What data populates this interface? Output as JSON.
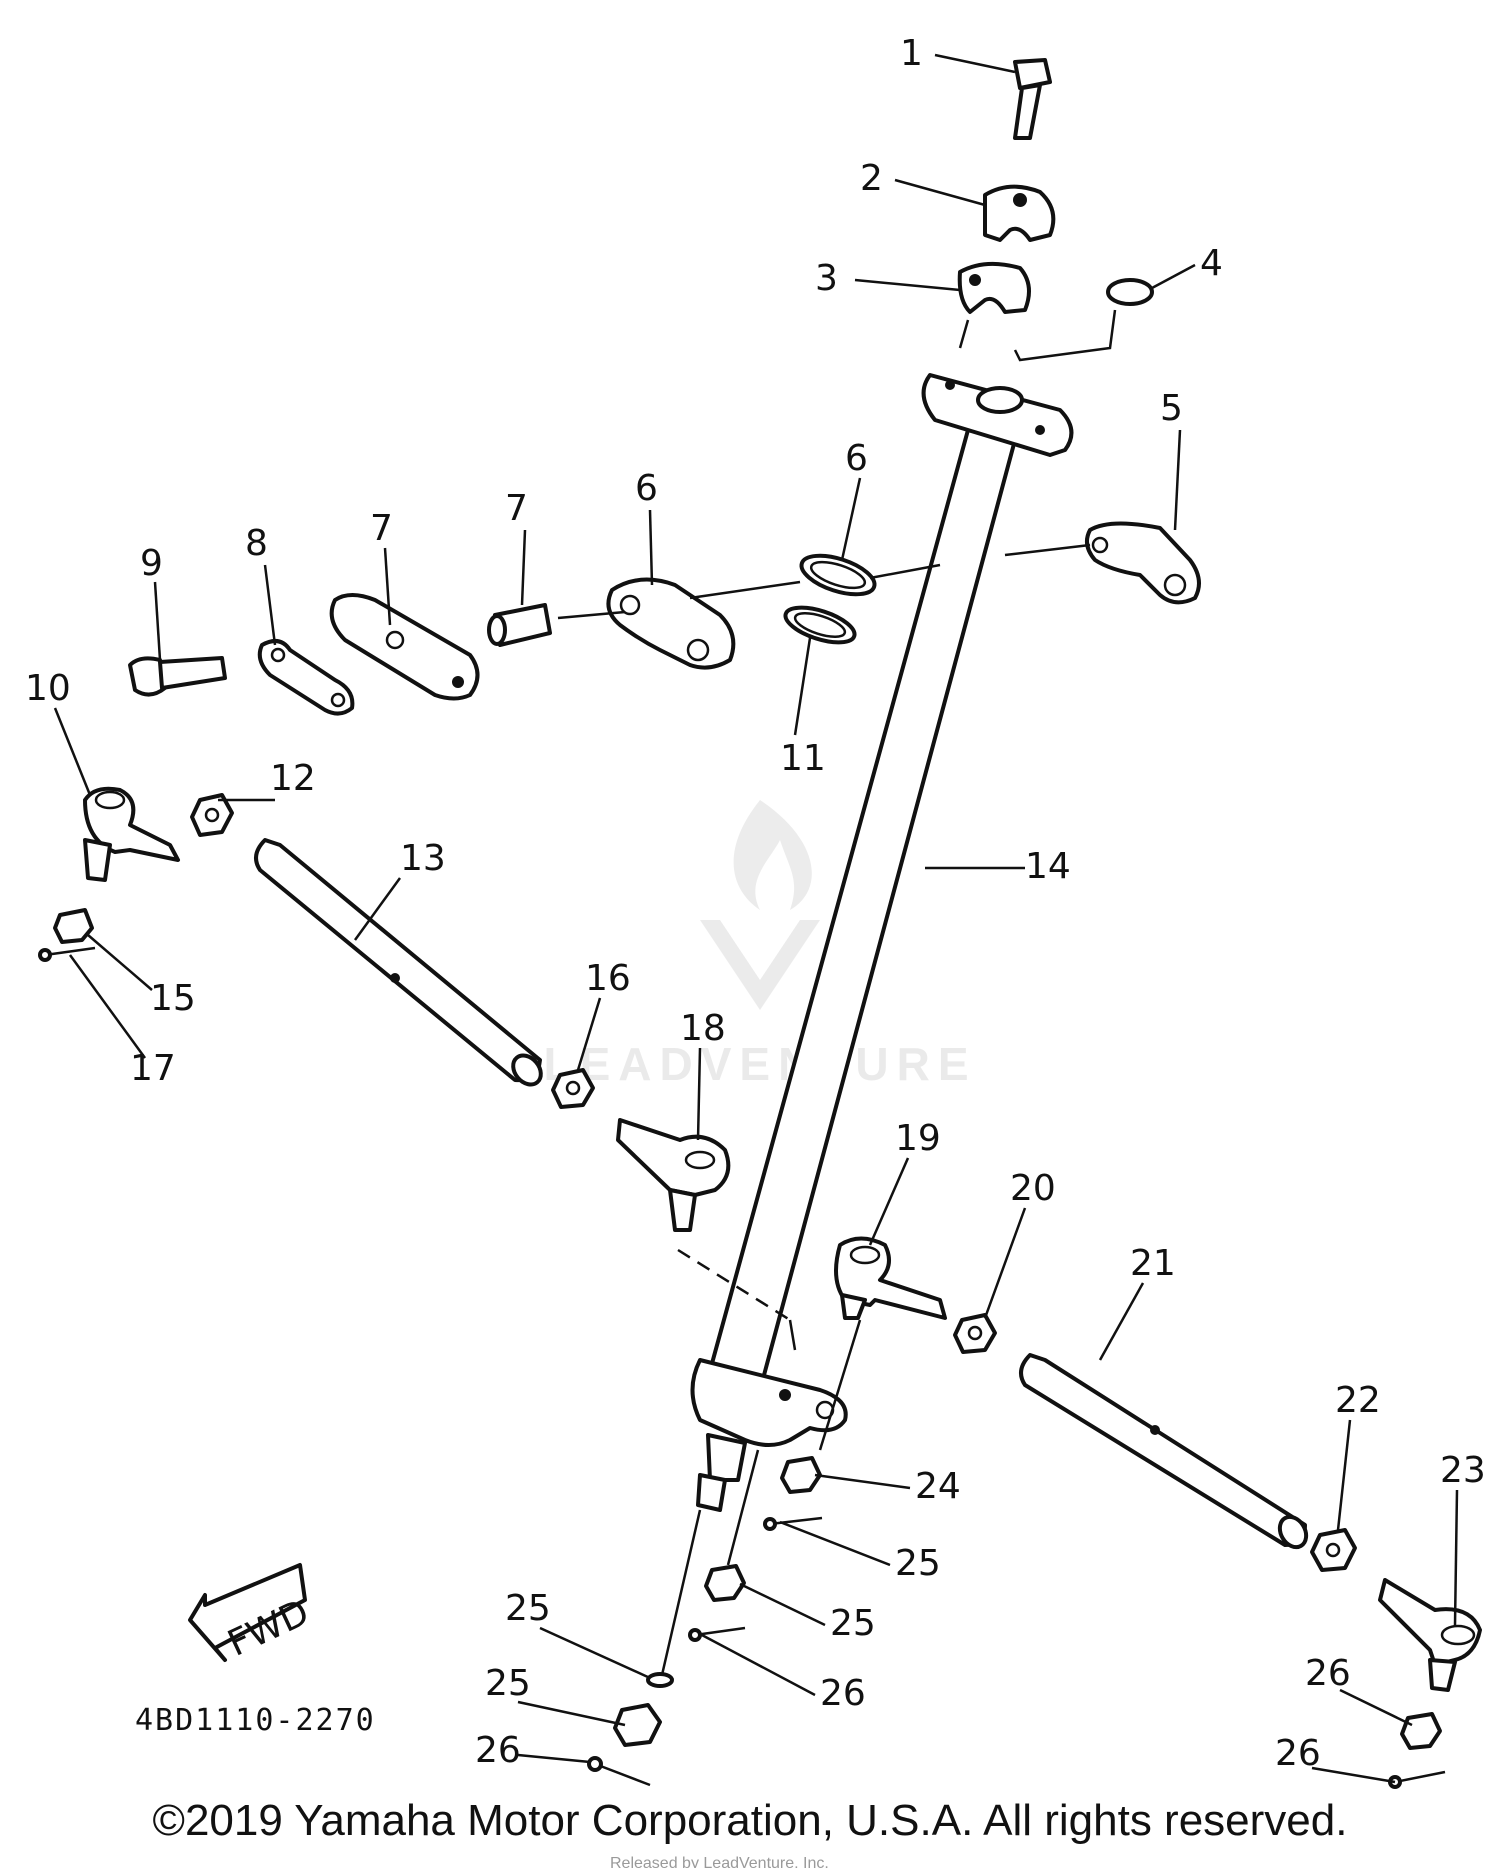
{
  "diagram": {
    "callouts": [
      "1",
      "2",
      "3",
      "4",
      "5",
      "6",
      "6",
      "7",
      "7",
      "8",
      "9",
      "10",
      "11",
      "12",
      "13",
      "14",
      "15",
      "16",
      "17",
      "18",
      "19",
      "20",
      "21",
      "22",
      "23",
      "24",
      "25",
      "25",
      "25",
      "25",
      "26",
      "26",
      "26",
      "26"
    ],
    "fwd_label": "FWD",
    "drawing_code": "4BD1110-2270",
    "watermark": "LEADVENTURE",
    "watermark_small": "Released by LeadVenture, Inc."
  },
  "footer": {
    "copyright": "©2019 Yamaha Motor Corporation, U.S.A. All rights reserved."
  }
}
